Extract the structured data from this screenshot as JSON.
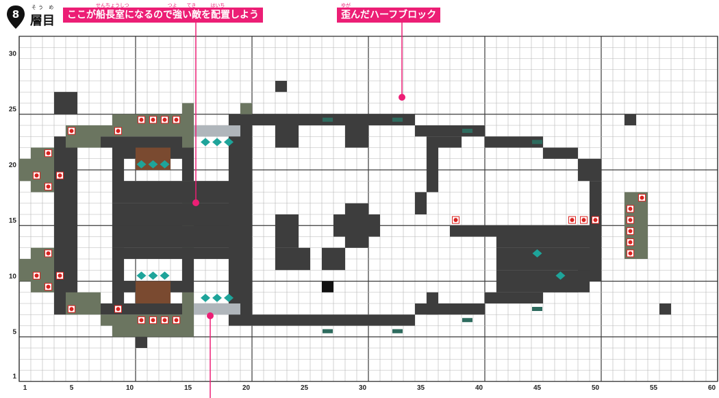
{
  "floor": {
    "number": "8",
    "label": "層目",
    "ruby": "そう め"
  },
  "callouts": {
    "captain_room": {
      "text": "ここが船長室になるので強い敵を配置しよう",
      "ruby": "せんちょうしつ　　　　　　　　つよ　　てき　　　はいち"
    },
    "half_block": {
      "text": "歪んだハーフブロック",
      "ruby": "ゆが"
    }
  },
  "axes": {
    "x_ticks": [
      "1",
      "5",
      "10",
      "15",
      "20",
      "25",
      "30",
      "35",
      "40",
      "45",
      "50",
      "55",
      "60"
    ],
    "y_ticks": [
      "30",
      "25",
      "20",
      "15",
      "10",
      "5",
      "1"
    ]
  },
  "colors": {
    "accent": "#ec1e75",
    "grid": "#b5b5b5",
    "grid_major": "#3a3a3a",
    "stone_dark": "#3d3d3d",
    "stone_mid": "#5a5a5a",
    "mossy": "#6b7560",
    "prismarine": "#1ea49a",
    "pressure_plate": "#b0b6bb",
    "wood": "#7a4a30",
    "tnt_red": "#d9221f"
  }
}
